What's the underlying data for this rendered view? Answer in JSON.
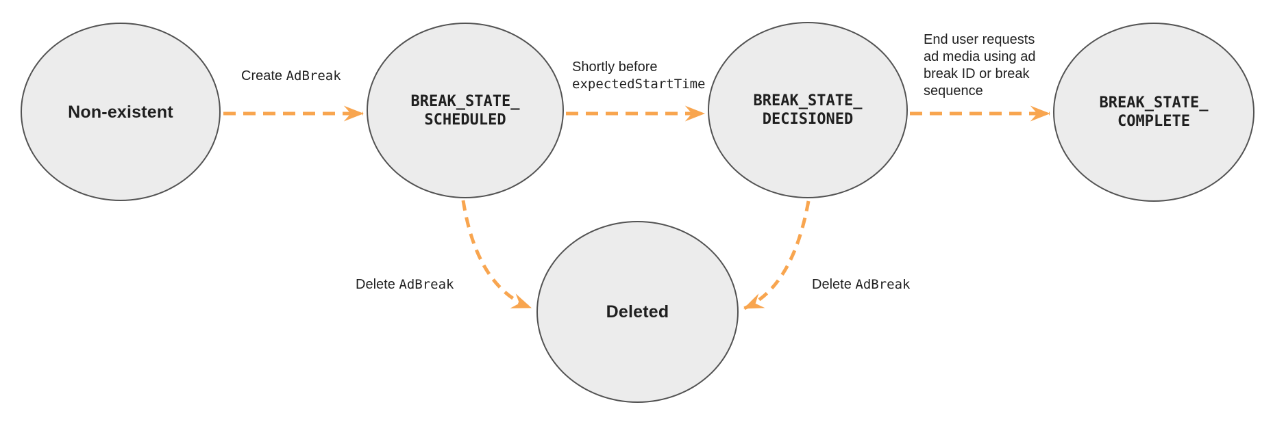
{
  "colors": {
    "background": "#ffffff",
    "node_fill": "#ececec",
    "node_border": "#525252",
    "arrow": "#f8a54f",
    "text": "#1f1f1f"
  },
  "nodes": {
    "non_existent": {
      "label": "Non-existent"
    },
    "scheduled": {
      "line1": "BREAK_STATE_",
      "line2": "SCHEDULED"
    },
    "decisioned": {
      "line1": "BREAK_STATE_",
      "line2": "DECISIONED"
    },
    "complete": {
      "line1": "BREAK_STATE_",
      "line2": "COMPLETE"
    },
    "deleted": {
      "label": "Deleted"
    }
  },
  "edges": {
    "create_adbreak": {
      "text": "Create",
      "code": "AdBreak"
    },
    "shortly_before": {
      "text": "Shortly before",
      "code": "expectedStartTime"
    },
    "end_user_request": {
      "lines": [
        "End user requests",
        "ad media using ad",
        "break ID or break",
        "sequence"
      ]
    },
    "delete_left": {
      "text": "Delete",
      "code": "AdBreak"
    },
    "delete_right": {
      "text": "Delete",
      "code": "AdBreak"
    }
  }
}
